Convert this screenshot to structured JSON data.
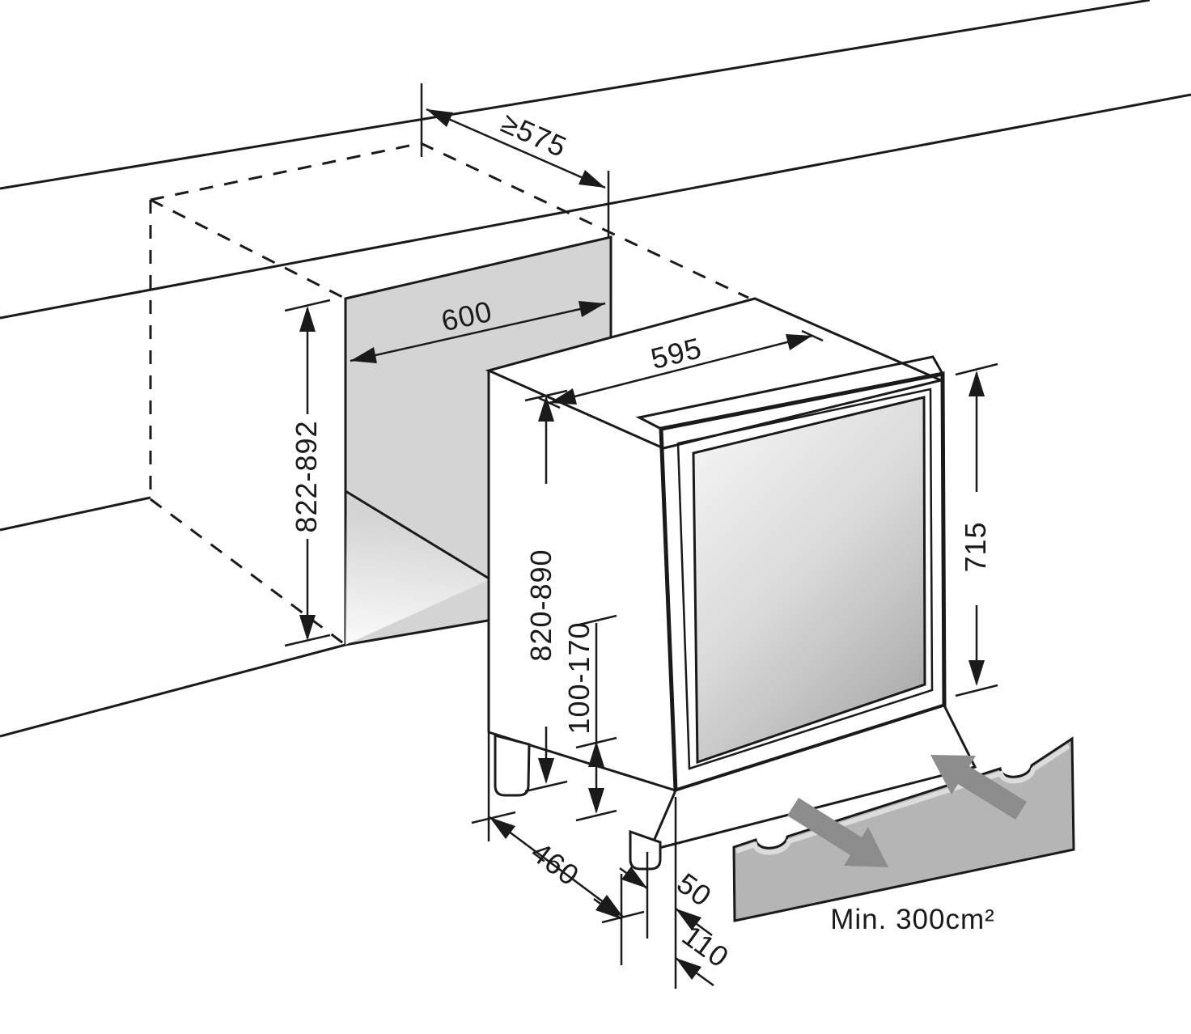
{
  "diagram_type": "built-in appliance installation dimensions",
  "colors": {
    "ink": "#1a1a1a",
    "niche_panel": "#d4d4d4",
    "vent_panel": "#b5b5b5",
    "vent_strip": "#dcdcdc",
    "arrow": "#8c8c8c"
  },
  "labels": {
    "counter_depth": "≥575",
    "niche_width": "600",
    "niche_height": "822-892",
    "appliance_width": "595",
    "appliance_height": "820-890",
    "plinth_height": "100-170",
    "door_height": "715",
    "base_depth": "460",
    "plinth_recess": "50",
    "vent_recess": "110",
    "vent_area": "Min. 300cm²"
  }
}
